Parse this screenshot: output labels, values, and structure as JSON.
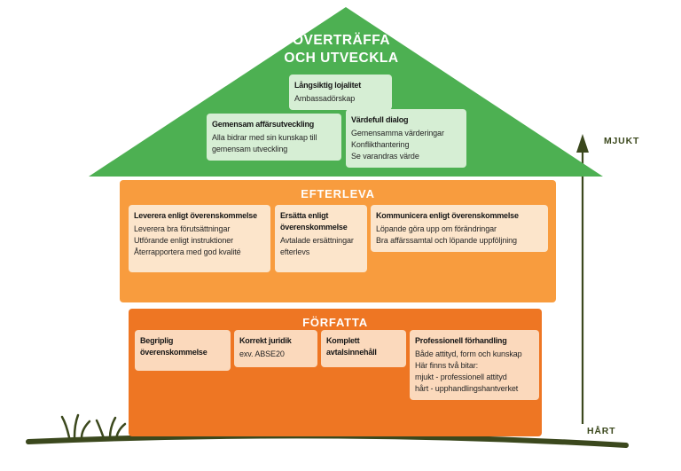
{
  "colors": {
    "roof_green": "#4db052",
    "roof_card": "#d6eed4",
    "middle_orange": "#f89c3e",
    "middle_card": "#fce5cb",
    "bottom_orange": "#ee7623",
    "bottom_card": "#fbd9bc",
    "olive": "#3b481d"
  },
  "roof": {
    "title_lines": [
      "ÖVERTRÄFFA",
      "OCH UTVECKLA"
    ],
    "loyalty_card": {
      "title": "Långsiktig lojalitet",
      "lines": [
        "Ambassadörskap"
      ]
    },
    "business_card": {
      "title": "Gemensam affärsutveckling",
      "lines": [
        "Alla bidrar med sin kunskap till",
        "gemensam utveckling"
      ]
    },
    "dialog_card": {
      "title": "Värdefull dialog",
      "lines": [
        "Gemensamma värderingar",
        "Konflikthantering",
        "Se varandras värde"
      ]
    }
  },
  "middle": {
    "title": "EFTERLEVA",
    "deliver_card": {
      "title": "Leverera enligt överenskommelse",
      "lines": [
        "Leverera bra förutsättningar",
        "Utförande enligt instruktioner",
        "Återrapportera med god kvalité"
      ]
    },
    "compensation_card": {
      "title": "Ersätta enligt överenskommelse",
      "lines": [
        "Avtalade ersättningar",
        "efterlevs"
      ]
    },
    "communication_card": {
      "title": "Kommunicera enligt överenskommelse",
      "lines": [
        "Löpande göra upp om förändringar",
        "Bra affärssamtal och löpande uppföljning"
      ]
    }
  },
  "bottom": {
    "title": "FÖRFATTA",
    "comprehensible_card": {
      "title": "Begriplig överenskommelse"
    },
    "legal_card": {
      "title": "Korrekt juridik",
      "lines": [
        "exv. ABSE20"
      ]
    },
    "content_card": {
      "title": "Komplett avtalsinnehåll"
    },
    "negotiation_card": {
      "title": "Professionell förhandling",
      "lines": [
        "Både attityd, form och kunskap",
        "Här finns två bitar:",
        "mjukt - professionell attityd",
        "hårt - upphandlingshantverket"
      ]
    }
  },
  "axis": {
    "top_label": "MJUKT",
    "bottom_label": "HÅRT"
  }
}
